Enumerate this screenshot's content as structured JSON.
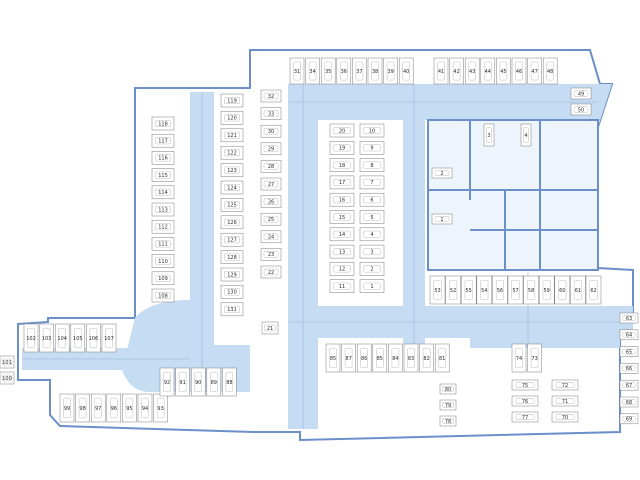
{
  "colors": {
    "floor": "#ffffff",
    "wall": "#6b8fc9",
    "driveway": "#c6dcf2",
    "stall_fill": "#ffffff",
    "stall_stroke": "#7a7a7a",
    "core": "#e9f1fa",
    "label": "#2c2c2c"
  },
  "stalls": {
    "top_row": [
      "31",
      "34",
      "35",
      "36",
      "37",
      "38",
      "39",
      "40",
      "41",
      "42",
      "43",
      "44",
      "45",
      "46",
      "47",
      "48"
    ],
    "upper_right": [
      "49",
      "50"
    ],
    "left_col_a": [
      "118",
      "117",
      "116",
      "115",
      "114",
      "113",
      "112",
      "111",
      "110",
      "109",
      "108"
    ],
    "left_col_b": [
      "119",
      "120",
      "121",
      "122",
      "123",
      "124",
      "125",
      "126",
      "127",
      "128",
      "129",
      "130",
      "131"
    ],
    "mid_col_a": [
      "32",
      "33",
      "30",
      "29",
      "28",
      "27",
      "26",
      "25",
      "24",
      "23",
      "22"
    ],
    "mid_pair_left": [
      "20",
      "19",
      "18",
      "17",
      "16",
      "15",
      "14",
      "13",
      "12",
      "11"
    ],
    "mid_pair_right": [
      "10",
      "9",
      "8",
      "7",
      "6",
      "5",
      "4",
      "3",
      "2",
      "1"
    ],
    "core_small": [
      "3",
      "4",
      "2",
      "1"
    ],
    "right_row": [
      "53",
      "52",
      "55",
      "54",
      "56",
      "57",
      "58",
      "59",
      "60",
      "61",
      "62"
    ],
    "right_edge": [
      "63",
      "64",
      "65",
      "66",
      "67",
      "68",
      "69"
    ],
    "bottom_mid": [
      "85",
      "87",
      "86",
      "85",
      "84",
      "83",
      "82",
      "81"
    ],
    "bottom_center": [
      "80",
      "79",
      "78"
    ],
    "bottom_right_a": [
      "74",
      "73"
    ],
    "bottom_right_b": [
      "75",
      "76",
      "77",
      "72",
      "71",
      "70"
    ],
    "far_left_top": [
      "102",
      "103",
      "104",
      "105",
      "106",
      "107"
    ],
    "far_left_side": [
      "101",
      "100"
    ],
    "bottom_left": [
      "99",
      "98",
      "97",
      "96",
      "95",
      "94",
      "93"
    ],
    "bottom_left_mid": [
      "92",
      "91",
      "90",
      "89",
      "88"
    ],
    "ramp_spot": [
      "21"
    ]
  }
}
